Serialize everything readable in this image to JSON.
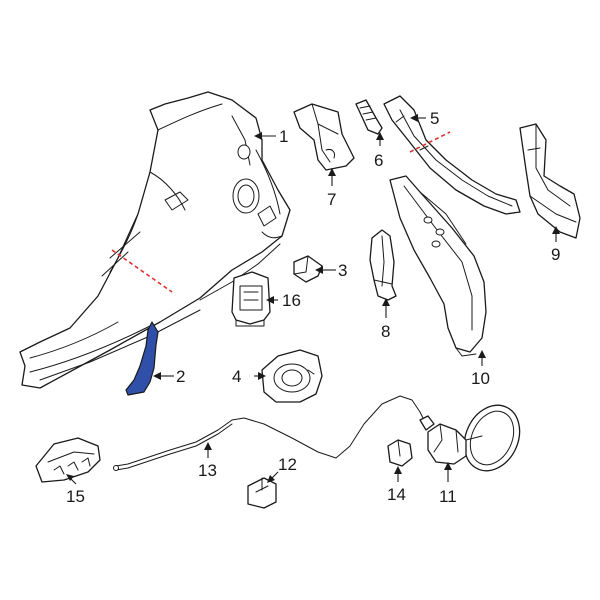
{
  "colors": {
    "line": "#1a1a1a",
    "highlight": "#2f4fa8",
    "cut_line": "#e03030",
    "background": "#ffffff"
  },
  "callouts": [
    {
      "id": "c1",
      "label": "1"
    },
    {
      "id": "c2",
      "label": "2"
    },
    {
      "id": "c3",
      "label": "3"
    },
    {
      "id": "c4",
      "label": "4"
    },
    {
      "id": "c5",
      "label": "5"
    },
    {
      "id": "c6",
      "label": "6"
    },
    {
      "id": "c7",
      "label": "7"
    },
    {
      "id": "c8",
      "label": "8"
    },
    {
      "id": "c9",
      "label": "9"
    },
    {
      "id": "c10",
      "label": "10"
    },
    {
      "id": "c11",
      "label": "11"
    },
    {
      "id": "c12",
      "label": "12"
    },
    {
      "id": "c13",
      "label": "13"
    },
    {
      "id": "c14",
      "label": "14"
    },
    {
      "id": "c15",
      "label": "15"
    },
    {
      "id": "c16",
      "label": "16"
    }
  ]
}
